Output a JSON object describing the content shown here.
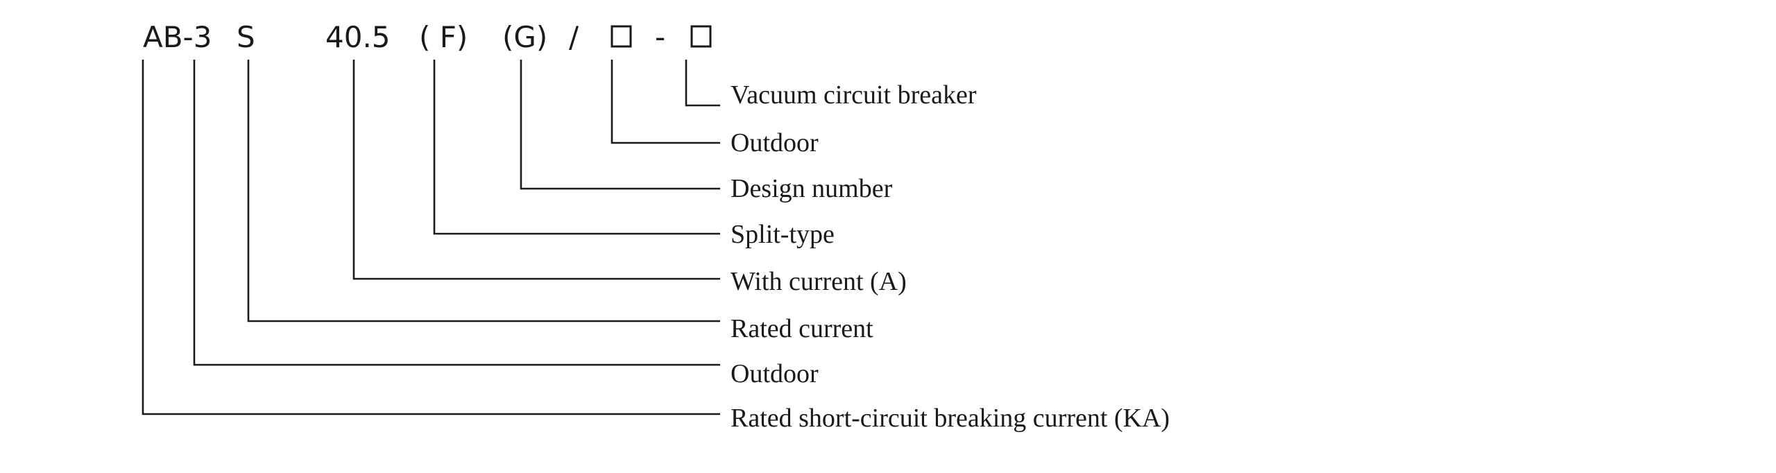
{
  "model_code": {
    "segments": [
      {
        "id": "ab3",
        "text": "AB-3"
      },
      {
        "id": "s",
        "text": "S"
      },
      {
        "id": "v",
        "text": "40.5"
      },
      {
        "id": "f",
        "text": "( F)"
      },
      {
        "id": "g",
        "text": "(G)"
      },
      {
        "id": "slash",
        "text": "/"
      },
      {
        "id": "box1",
        "text": "□"
      },
      {
        "id": "dash",
        "text": "-"
      },
      {
        "id": "box2",
        "text": "□"
      }
    ]
  },
  "legend": {
    "items": [
      {
        "id": "box2",
        "label": "Vacuum circuit breaker"
      },
      {
        "id": "box1",
        "label": "Outdoor"
      },
      {
        "id": "g",
        "label": "Design number"
      },
      {
        "id": "f",
        "label": "Split-type"
      },
      {
        "id": "v",
        "label": "With current (A)"
      },
      {
        "id": "s",
        "label": "Rated current"
      },
      {
        "id": "b3",
        "label": "Outdoor"
      },
      {
        "id": "ab",
        "label": "Rated short-circuit breaking current (KA)"
      }
    ]
  }
}
